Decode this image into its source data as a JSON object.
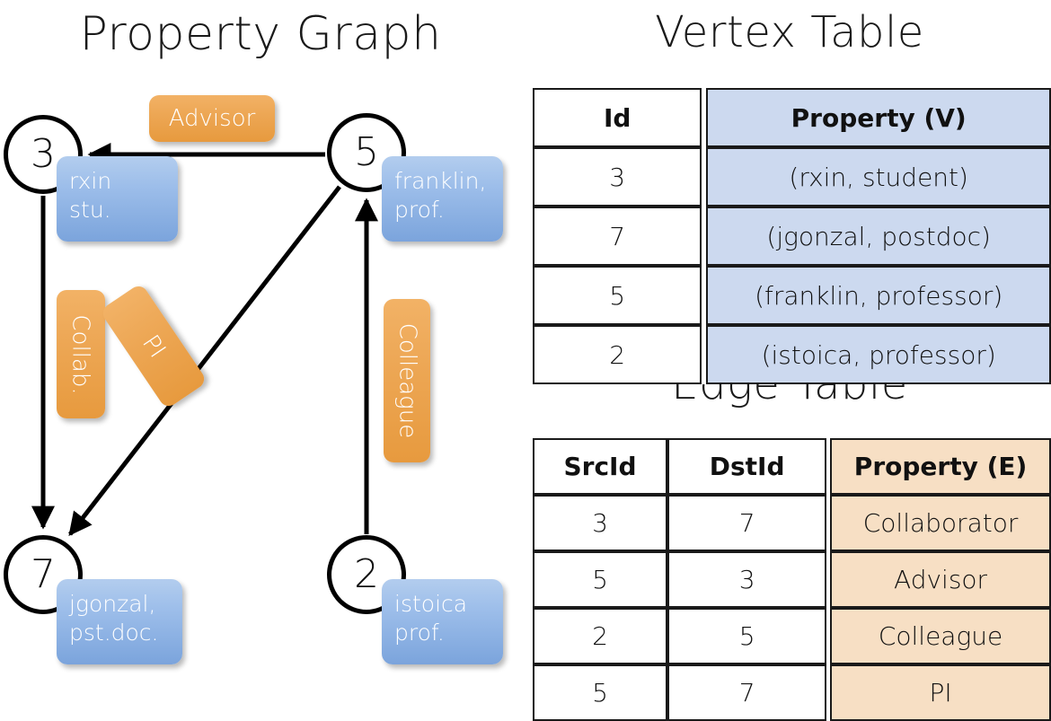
{
  "titles": {
    "property_graph": "Property Graph",
    "vertex_table": "Vertex Table",
    "edge_table": "Edge Table"
  },
  "graph": {
    "vertices": [
      {
        "id": "3",
        "property": "rxin\nstu."
      },
      {
        "id": "5",
        "property": "franklin,\nprof."
      },
      {
        "id": "7",
        "property": "jgonzal,\npst.doc."
      },
      {
        "id": "2",
        "property": "istoica\nprof."
      }
    ],
    "vertex_labels": {
      "v3": "3",
      "v5": "5",
      "v7": "7",
      "v2": "2"
    },
    "vertex_properties": {
      "v3_line1": "rxin",
      "v3_line2": "stu.",
      "v5_line1": "franklin,",
      "v5_line2": "prof.",
      "v7_line1": "jgonzal,",
      "v7_line2": "pst.doc.",
      "v2_line1": "istoica",
      "v2_line2": "prof."
    },
    "edge_labels": {
      "advisor": "Advisor",
      "collab": "Collab.",
      "pi": "PI",
      "colleague": "Colleague"
    },
    "edges": [
      {
        "from": "5",
        "to": "3",
        "label": "Advisor"
      },
      {
        "from": "3",
        "to": "7",
        "label": "Collab."
      },
      {
        "from": "5",
        "to": "7",
        "label": "PI"
      },
      {
        "from": "2",
        "to": "5",
        "label": "Colleague"
      }
    ]
  },
  "vertex_table": {
    "headers": [
      "Id",
      "Property (V)"
    ],
    "rows": [
      {
        "id": "3",
        "property": "(rxin, student)"
      },
      {
        "id": "7",
        "property": "(jgonzal, postdoc)"
      },
      {
        "id": "5",
        "property": "(franklin, professor)"
      },
      {
        "id": "2",
        "property": "(istoica, professor)"
      }
    ]
  },
  "edge_table": {
    "headers": [
      "SrcId",
      "DstId",
      "Property (E)"
    ],
    "rows": [
      {
        "src": "3",
        "dst": "7",
        "property": "Collaborator"
      },
      {
        "src": "5",
        "dst": "3",
        "property": "Advisor"
      },
      {
        "src": "2",
        "dst": "5",
        "property": "Colleague"
      },
      {
        "src": "5",
        "dst": "7",
        "property": "PI"
      }
    ]
  },
  "colors": {
    "vertex_property_box": "#9dbeea",
    "edge_label_box": "#eda755",
    "vertex_table_property_cell": "#ccd9ef",
    "edge_table_property_cell": "#f7dfc4",
    "stroke": "#000000"
  }
}
